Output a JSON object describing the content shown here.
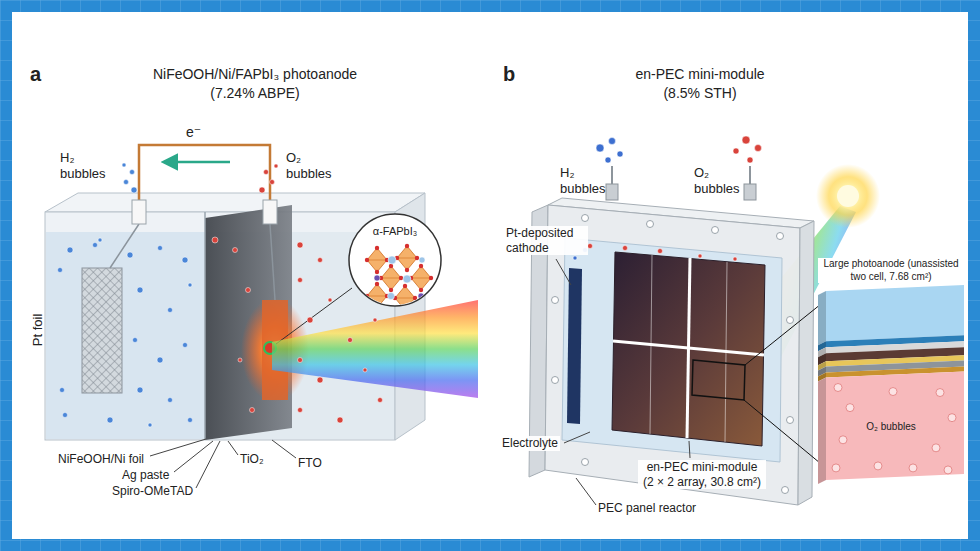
{
  "diagram": {
    "nodes": [
      {
        "text": [
          "α-FAPbI₃"
        ]
      },
      {
        "text": [
          "Large photoanode (unassisted two cell, 7.68 cm²)",
          "O₂ bubbles"
        ]
      }
    ],
    "labels": [
      "a",
      "NiFeOOH/Ni/FAPbI₃ photoanode",
      "(7.24% ABPE)",
      "e⁻",
      "H₂ bubbles",
      "O₂ bubbles",
      "Pt foil",
      "NiFeOOH/Ni foil",
      "Ag paste",
      "Spiro-OMeTAD",
      "TiO₂",
      "FTO",
      "b",
      "en-PEC mini-module",
      "(8.5% STH)",
      "H₂ bubbles",
      "O₂ bubbles",
      "Pt-deposited cathode",
      "Electrolyte",
      "en-PEC mini-module (2 × 2 array, 30.8 cm²)",
      "PEC panel reactor"
    ]
  }
}
